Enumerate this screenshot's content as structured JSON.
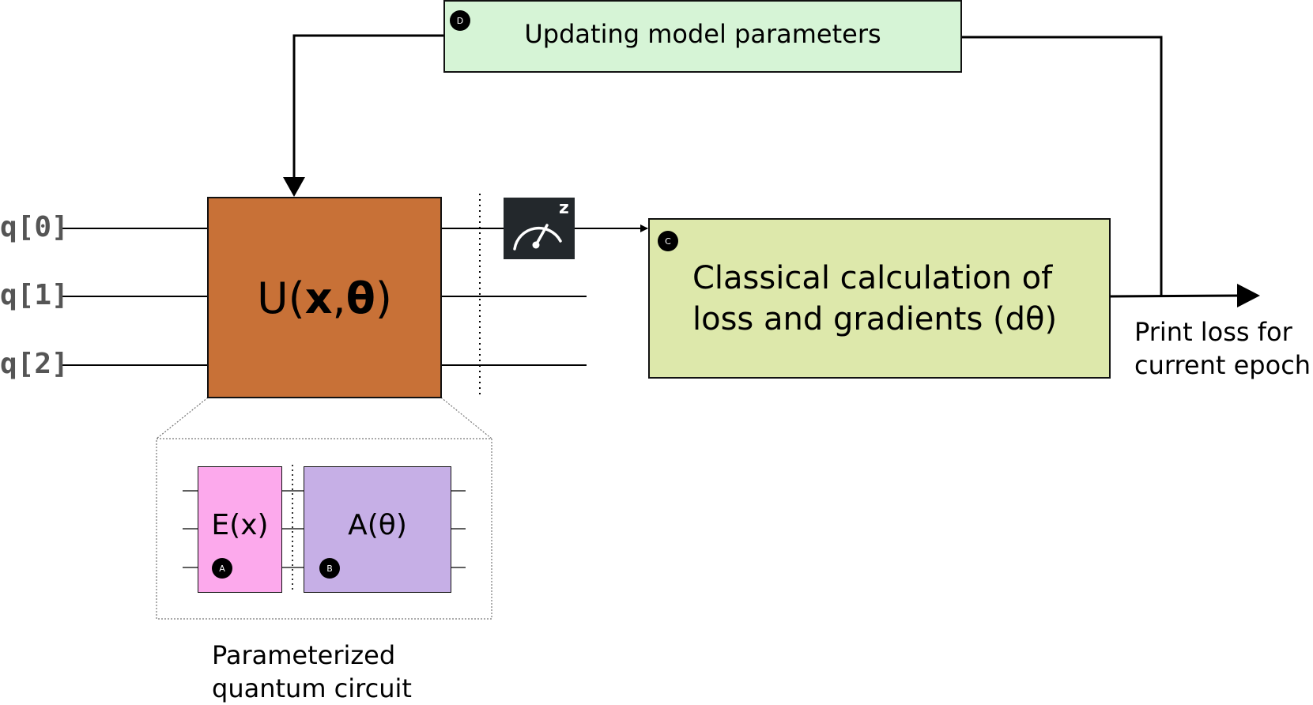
{
  "qubits": [
    "q[0]",
    "q[1]",
    "q[2]"
  ],
  "unitary": {
    "prefix": "U(",
    "x": "x",
    "comma": ",",
    "theta": "θ",
    "suffix": ")"
  },
  "measure": {
    "basis": "z"
  },
  "classical": {
    "badge": "C",
    "line1": "Classical calculation of",
    "line2": "loss and gradients (dθ)"
  },
  "update": {
    "badge": "D",
    "label": "Updating model parameters"
  },
  "output": {
    "line1": "Print loss for",
    "line2": "current epoch"
  },
  "circuit": {
    "encoding": {
      "label": "E(x)",
      "badge": "A"
    },
    "ansatz": {
      "label": "A(θ)",
      "badge": "B"
    },
    "caption_line1": "Parameterized",
    "caption_line2": "quantum circuit"
  },
  "colors": {
    "unitary": "#C87137",
    "classical": "#DDE8AB",
    "update": "#D6F4D6",
    "encoding": "#FCA9EC",
    "ansatz": "#C6AFE6",
    "meter": "#23282C"
  }
}
